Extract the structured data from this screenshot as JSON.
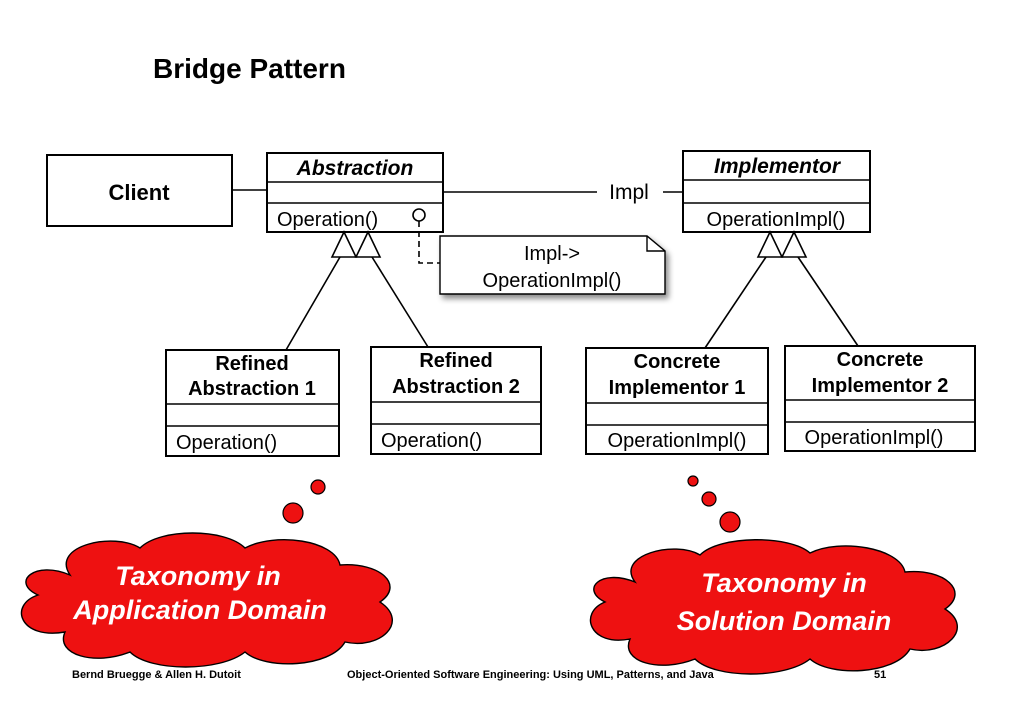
{
  "slide": {
    "title": "Bridge Pattern",
    "footer": {
      "authors": "Bernd Bruegge & Allen H. Dutoit",
      "book": "Object-Oriented Software Engineering: Using UML, Patterns, and Java",
      "page": "51"
    }
  },
  "diagram": {
    "client": {
      "name": "Client"
    },
    "abstraction": {
      "name": "Abstraction",
      "operation": "Operation()"
    },
    "implementor": {
      "name": "Implementor",
      "operation": "OperationImpl()"
    },
    "association_label": "Impl",
    "note": {
      "line1": "Impl->",
      "line2": "OperationImpl()"
    },
    "refined_1": {
      "name_line1": "Refined",
      "name_line2": "Abstraction 1",
      "operation": "Operation()"
    },
    "refined_2": {
      "name_line1": "Refined",
      "name_line2": "Abstraction 2",
      "operation": "Operation()"
    },
    "concrete_1": {
      "name_line1": "Concrete",
      "name_line2": "Implementor 1",
      "operation": "OperationImpl()"
    },
    "concrete_2": {
      "name_line1": "Concrete",
      "name_line2": "Implementor 2",
      "operation": "OperationImpl()"
    }
  },
  "callouts": {
    "left": {
      "line1": "Taxonomy in",
      "line2": "Application  Domain"
    },
    "right": {
      "line1": "Taxonomy in",
      "line2": "Solution Domain"
    }
  },
  "colors": {
    "cloud_fill": "#ee1111",
    "cloud_text": "#ffffff",
    "note_fill": "#ffffff"
  }
}
